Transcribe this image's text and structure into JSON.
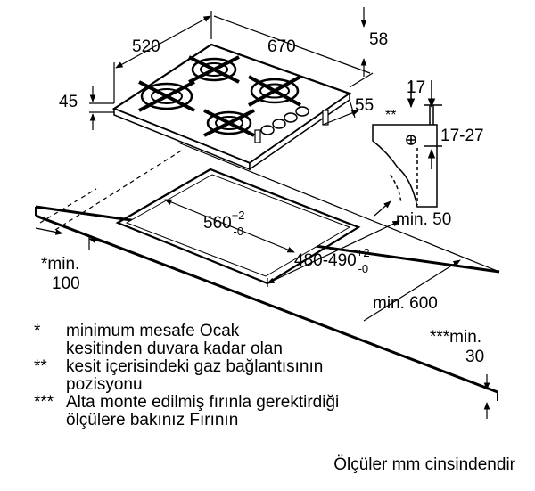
{
  "dimensions": {
    "width": "520",
    "depth": "670",
    "top_offset": "58",
    "height": "45",
    "side_depth": "55",
    "clip_width": "17",
    "clip_marker": "**",
    "clip_range": "17-27",
    "min_back_base": "min. 50",
    "cutout_width_base": "560",
    "cutout_width_tol_plus": "+2",
    "cutout_width_tol_minus": "-0",
    "cutout_depth_base": "480-490",
    "cutout_depth_tol_plus": "+2",
    "cutout_depth_tol_minus": "-0",
    "min_side_line1": "*min.",
    "min_side_line2": "100",
    "min_front": "min. 600",
    "min_below_line1": "***min.",
    "min_below_line2": "30"
  },
  "notes": [
    {
      "mark": "*",
      "line1": "minimum mesafe Ocak",
      "line2": "kesitinden duvara kadar olan"
    },
    {
      "mark": "**",
      "line1": "kesit içerisindeki gaz bağlantısının",
      "line2": "pozisyonu"
    },
    {
      "mark": "***",
      "line1": "Alta monte edilmiş fırınla gerektirdiği",
      "line2": "ölçülere bakınız Fırının"
    }
  ],
  "units_note": "Ölçüler mm cinsindendir"
}
